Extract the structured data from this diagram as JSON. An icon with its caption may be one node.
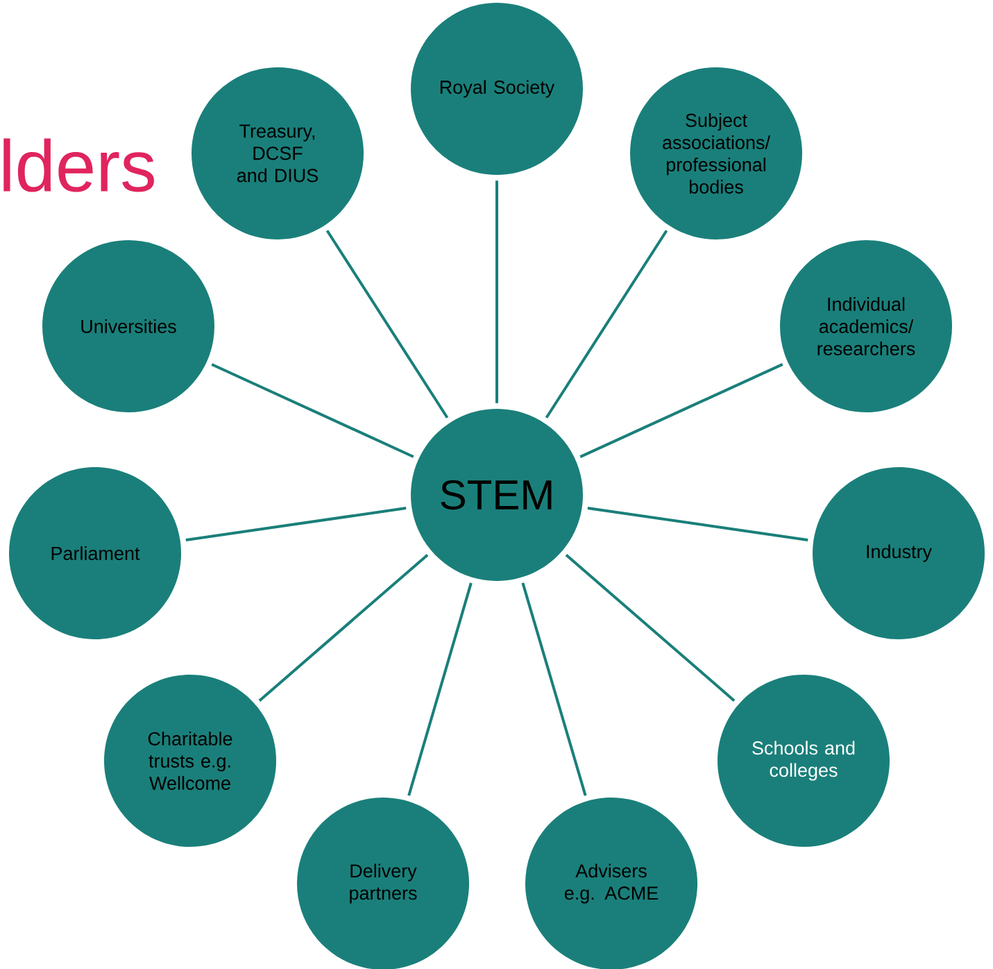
{
  "diagram": {
    "title": "lders",
    "nodes": [
      {
        "text": [
          "STEM"
        ]
      },
      {
        "text": [
          "Royal Society"
        ]
      },
      {
        "text": [
          "Subject associations/ professional bodies"
        ]
      },
      {
        "text": [
          "Individual academics/ researchers"
        ]
      },
      {
        "text": [
          "Industry"
        ]
      },
      {
        "text": [
          "Schools and colleges"
        ]
      },
      {
        "text": [
          "Advisers e.g. ACME"
        ]
      },
      {
        "text": [
          "Delivery partners"
        ]
      },
      {
        "text": [
          "Charitable trusts e.g. Wellcome"
        ]
      },
      {
        "text": [
          "Parliament"
        ]
      },
      {
        "text": [
          "Universities"
        ]
      },
      {
        "text": [
          "Treasury, DCSF and DIUS"
        ]
      }
    ],
    "edges": [
      {
        "from": 0,
        "to": 1,
        "arrow": "none"
      },
      {
        "from": 0,
        "to": 2,
        "arrow": "none"
      },
      {
        "from": 0,
        "to": 3,
        "arrow": "none"
      },
      {
        "from": 0,
        "to": 4,
        "arrow": "none"
      },
      {
        "from": 0,
        "to": 5,
        "arrow": "none"
      },
      {
        "from": 0,
        "to": 6,
        "arrow": "none"
      },
      {
        "from": 0,
        "to": 7,
        "arrow": "none"
      },
      {
        "from": 0,
        "to": 8,
        "arrow": "none"
      },
      {
        "from": 0,
        "to": 9,
        "arrow": "none"
      },
      {
        "from": 0,
        "to": 10,
        "arrow": "none"
      },
      {
        "from": 0,
        "to": 11,
        "arrow": "none"
      }
    ]
  }
}
